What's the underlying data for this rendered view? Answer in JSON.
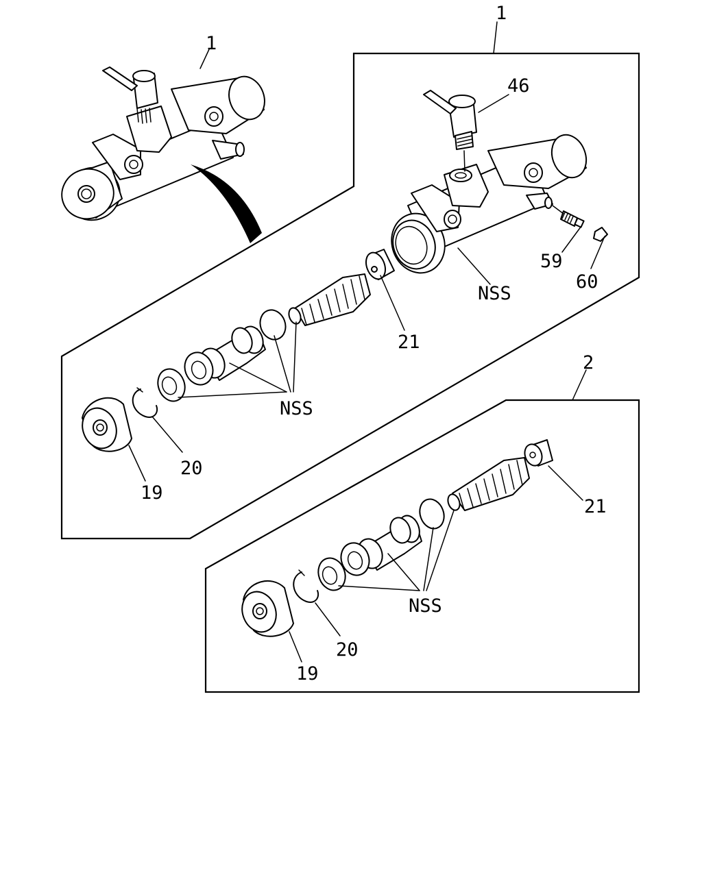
{
  "callouts": {
    "assembly_main_exploded": "1",
    "assembly_main_assembled": "1",
    "assembly_repair_kit": "2",
    "part_46": "46",
    "part_59": "59",
    "part_60": "60",
    "part_21_upper": "21",
    "part_21_lower": "21",
    "part_20_upper": "20",
    "part_20_lower": "20",
    "part_19_upper": "19",
    "part_19_lower": "19",
    "nss_body": "NSS",
    "nss_seals_upper": "NSS",
    "nss_seals_lower": "NSS"
  }
}
